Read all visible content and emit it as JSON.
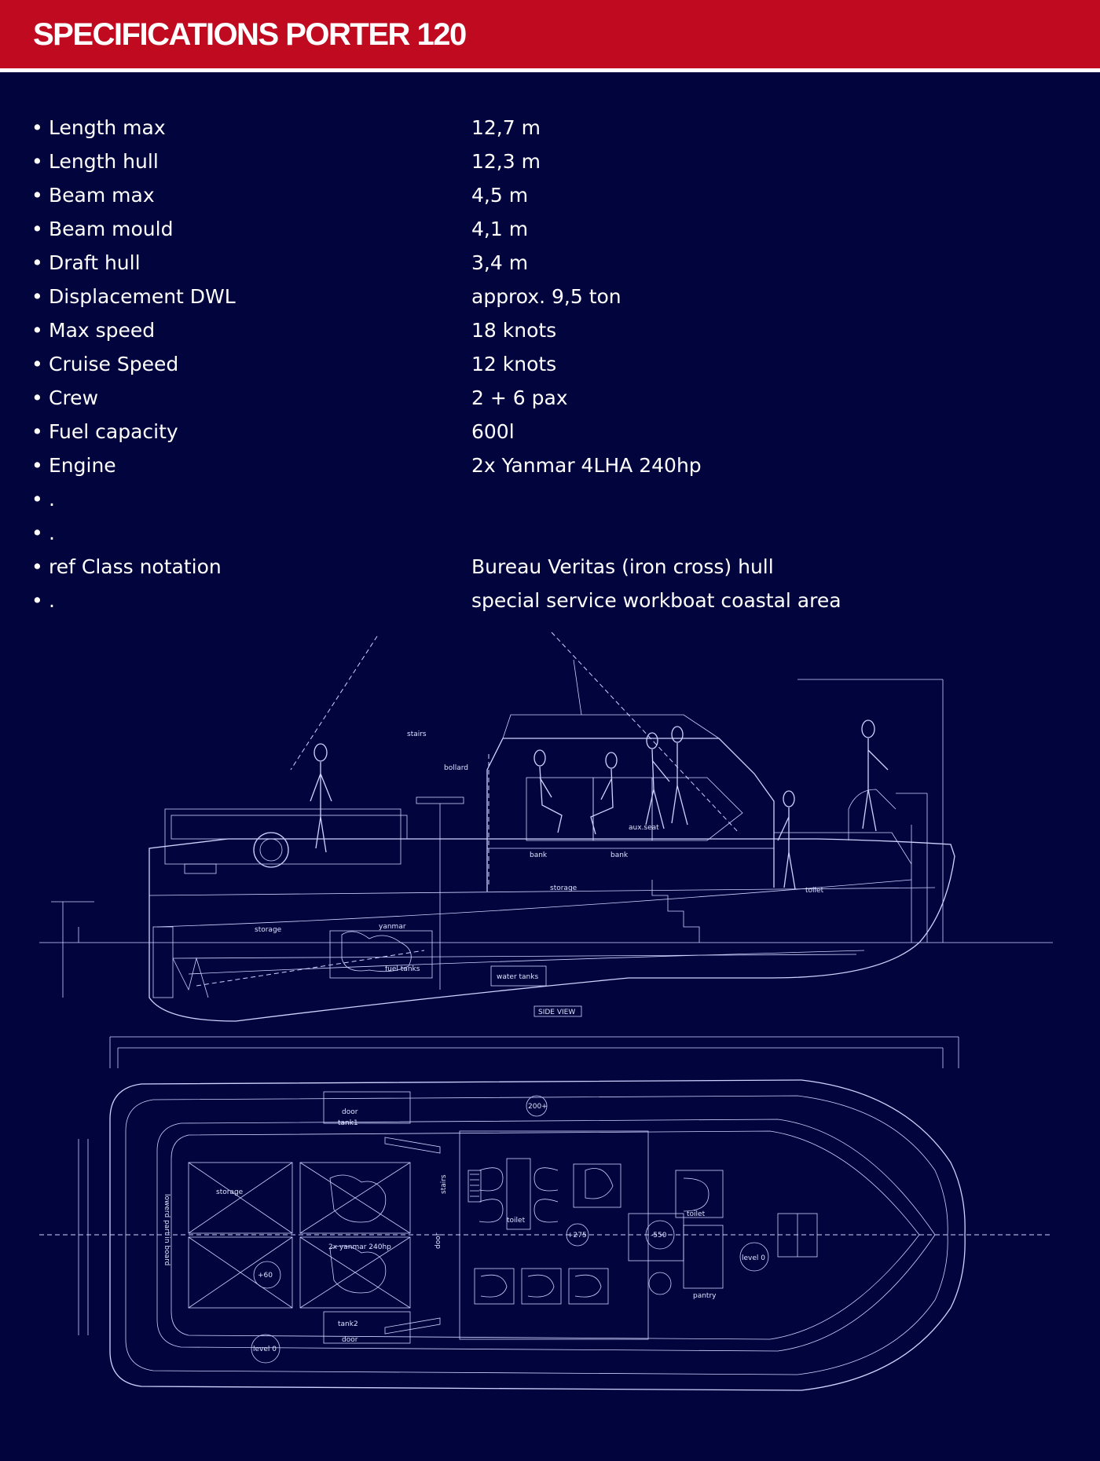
{
  "header": {
    "title": "SPECIFICATIONS PORTER 120"
  },
  "specs": [
    {
      "label": "Length max",
      "value": "12,7 m"
    },
    {
      "label": "Length hull",
      "value": "12,3 m"
    },
    {
      "label": "Beam max",
      "value": "4,5 m"
    },
    {
      "label": "Beam mould",
      "value": "4,1 m"
    },
    {
      "label": "Draft hull",
      "value": "3,4 m"
    },
    {
      "label": "Displacement DWL",
      "value": "approx. 9,5 ton"
    },
    {
      "label": "Max speed",
      "value": "18 knots"
    },
    {
      "label": "Cruise Speed",
      "value": "12 knots"
    },
    {
      "label": "Crew",
      "value": "2 + 6 pax"
    },
    {
      "label": "Fuel capacity",
      "value": "600l"
    },
    {
      "label": "Engine",
      "value": "2x Yanmar 4LHA 240hp"
    },
    {
      "label": ".",
      "value": ""
    },
    {
      "label": ".",
      "value": ""
    },
    {
      "label": "ref Class notation",
      "value": "Bureau Veritas (iron cross) hull"
    },
    {
      "label": ".",
      "value": "special service workboat coastal area"
    }
  ],
  "bullet": "•",
  "drawing": {
    "side_labels": {
      "stairs": "stairs",
      "bollard": "bollard",
      "bank_left": "bank",
      "bank_right": "bank",
      "aux_seat": "aux.seat",
      "storage_mid": "storage",
      "storage_aft": "storage",
      "yanmar": "yanmar",
      "fuel_tanks": "fuel tanks",
      "water_tanks": "water tanks",
      "toilet": "toilet",
      "view_title": "SIDE VIEW"
    },
    "plan_labels": {
      "storage": "storage",
      "door_top": "door",
      "tank1": "tank1",
      "tank2": "tank2",
      "door_bottom": "door",
      "door_mid": "door",
      "stairs": "stairs",
      "engines": "2x yanmar 240hp",
      "toilet_left": "toilet",
      "toilet_right": "toilet",
      "pantry": "pantry",
      "level_fwd": "level 0",
      "level_aft": "level 0",
      "p200": "200+",
      "p275": "+275",
      "p550": "-550",
      "p60": "+60",
      "lowered": "lowerd part in board"
    }
  }
}
